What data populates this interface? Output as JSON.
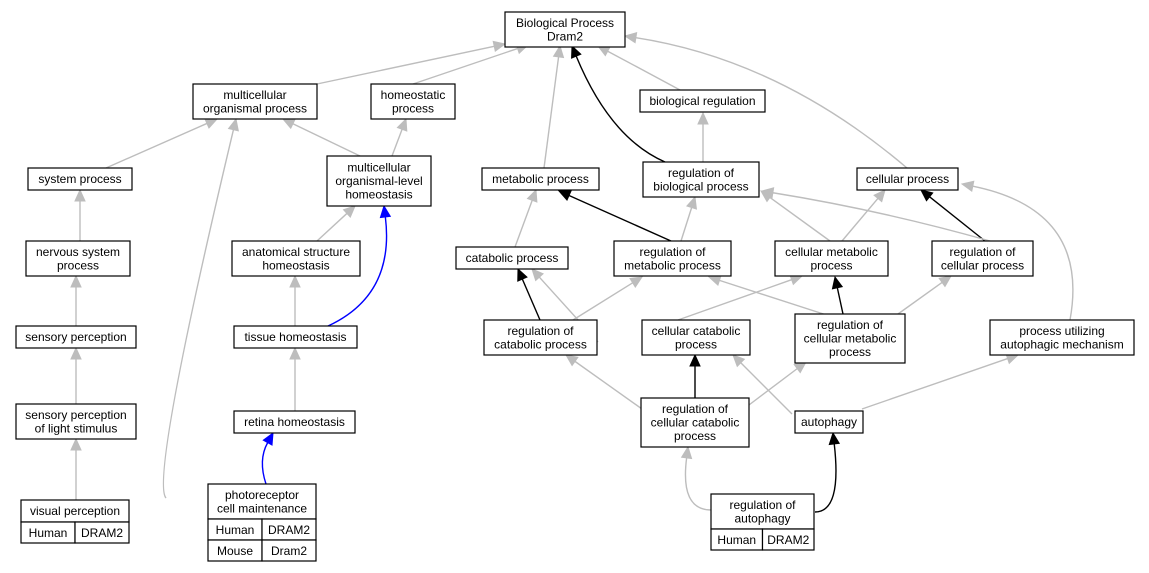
{
  "colors": {
    "human": "#f4634a",
    "mouse": "#add8e6",
    "edge_default": "#bdbdbd",
    "edge_regulates": "#000000",
    "edge_highlight": "#0000ff"
  },
  "nodes": {
    "bp": [
      "Biological Process",
      "Dram2"
    ],
    "multicellular_organismal_process": [
      "multicellular",
      "organismal process"
    ],
    "homeostatic_process": [
      "homeostatic",
      "process"
    ],
    "biological_regulation": [
      "biological regulation"
    ],
    "system_process": [
      "system process"
    ],
    "multicellular_organismal_level_homeostasis": [
      "multicellular",
      "organismal-level",
      "homeostasis"
    ],
    "metabolic_process": [
      "metabolic process"
    ],
    "regulation_of_biological_process": [
      "regulation of",
      "biological process"
    ],
    "cellular_process": [
      "cellular process"
    ],
    "nervous_system_process": [
      "nervous system",
      "process"
    ],
    "anatomical_structure_homeostasis": [
      "anatomical structure",
      "homeostasis"
    ],
    "catabolic_process": [
      "catabolic process"
    ],
    "regulation_of_metabolic_process": [
      "regulation of",
      "metabolic process"
    ],
    "cellular_metabolic_process": [
      "cellular metabolic",
      "process"
    ],
    "regulation_of_cellular_process": [
      "regulation of",
      "cellular process"
    ],
    "sensory_perception": [
      "sensory perception"
    ],
    "tissue_homeostasis": [
      "tissue homeostasis"
    ],
    "regulation_of_catabolic_process": [
      "regulation of",
      "catabolic process"
    ],
    "cellular_catabolic_process": [
      "cellular catabolic",
      "process"
    ],
    "regulation_of_cellular_metabolic_process": [
      "regulation of",
      "cellular metabolic",
      "process"
    ],
    "process_utilizing_autophagic_mechanism": [
      "process utilizing",
      "autophagic mechanism"
    ],
    "sensory_perception_of_light_stimulus": [
      "sensory perception",
      "of light stimulus"
    ],
    "retina_homeostasis": [
      "retina homeostasis"
    ],
    "regulation_of_cellular_catabolic_process": [
      "regulation of",
      "cellular catabolic",
      "process"
    ],
    "autophagy": [
      "autophagy"
    ],
    "visual_perception": [
      "visual perception"
    ],
    "photoreceptor_cell_maintenance": [
      "photoreceptor",
      "cell maintenance"
    ],
    "regulation_of_autophagy": [
      "regulation of",
      "autophagy"
    ]
  },
  "annotations": {
    "visual_perception": [
      [
        "Human",
        "DRAM2"
      ]
    ],
    "photoreceptor_cell_maintenance": [
      [
        "Human",
        "DRAM2"
      ],
      [
        "Mouse",
        "Dram2"
      ]
    ],
    "regulation_of_autophagy": [
      [
        "Human",
        "DRAM2"
      ]
    ]
  }
}
